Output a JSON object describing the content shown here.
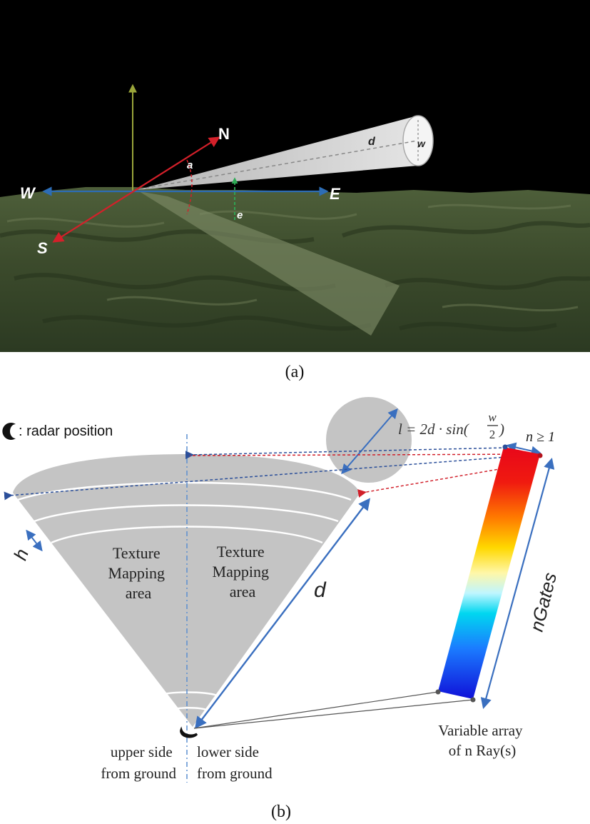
{
  "panel_a": {
    "caption": "(a)",
    "labels": {
      "north": "N",
      "south": "S",
      "west": "W",
      "east": "E",
      "azimuth": "a",
      "elevation": "e",
      "distance": "d",
      "width": "w"
    },
    "colors": {
      "sky": "#000000",
      "terrain": "#3f5230",
      "north_south_axis": "#d4202a",
      "west_east_axis": "#2d6db5",
      "vertical_axis": "#9aa53a",
      "elevation_marker": "#2eaa55",
      "beam": "#e6e6e6"
    }
  },
  "panel_b": {
    "caption": "(b)",
    "legend": {
      "symbol_name": "crescent-marker",
      "text": ": radar position"
    },
    "area_left": [
      "Texture",
      "Mapping",
      "area"
    ],
    "area_right": [
      "Texture",
      "Mapping",
      "area"
    ],
    "label_h": "h",
    "label_d": "d",
    "formula": {
      "lhs": "l = 2d · sin(",
      "numerator": "w",
      "denominator": "2",
      "rhs": ")"
    },
    "n_condition": "n ≥ 1",
    "ngates": "nGates",
    "array_caption": [
      "Variable array",
      "of n Ray(s)"
    ],
    "upper_side": [
      "upper side",
      "from ground"
    ],
    "lower_side": [
      "lower side",
      "from ground"
    ],
    "colors": {
      "fan": "#c4c4c4",
      "arrow": "#3a6fbf",
      "dotted_blue": "#2b4f9a",
      "dotted_red": "#d11f2a",
      "centerline": "#5b8fd0",
      "colorbar": [
        "#e8071a",
        "#ff7a00",
        "#ffd800",
        "#fff7a8",
        "#9ff0ff",
        "#00d7f0",
        "#1b7bff",
        "#1010d8"
      ]
    }
  }
}
